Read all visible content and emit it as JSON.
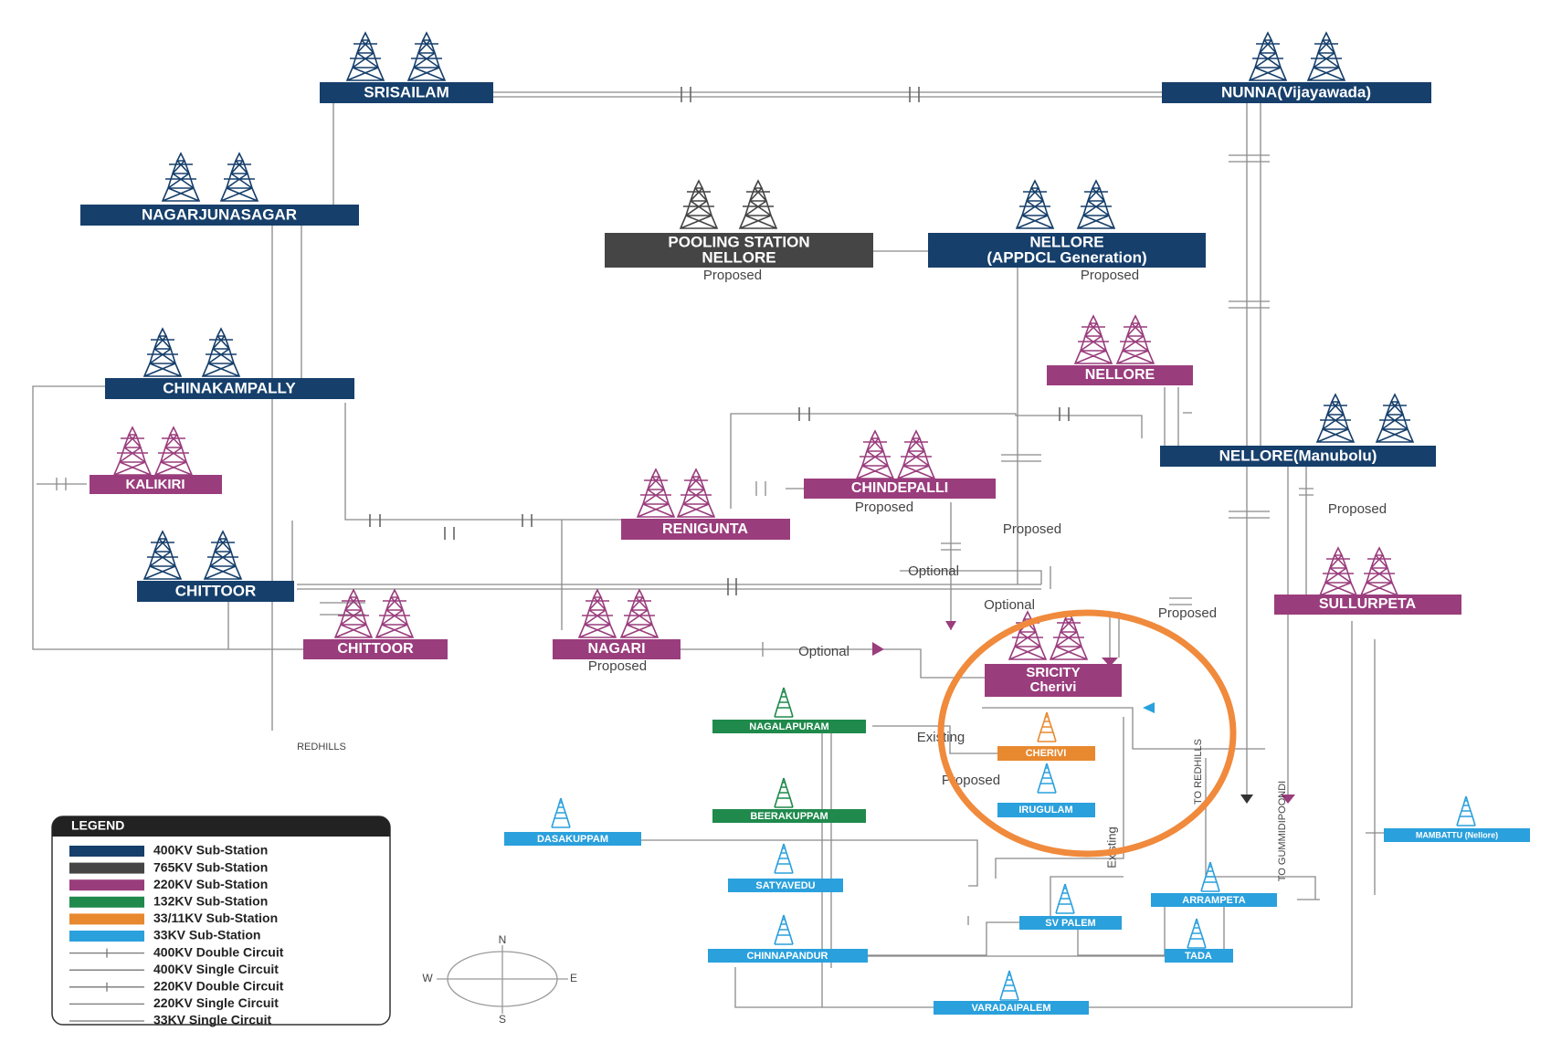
{
  "colors": {
    "kv400": "#163f6b",
    "kv765": "#454545",
    "kv220": "#9a3d7d",
    "kv132": "#1f8a4c",
    "kv33_11": "#e8892f",
    "kv33": "#2aa0dc",
    "highlight": "#f08a3c",
    "line": "#8a8a8a"
  },
  "stations": {
    "srisailam": {
      "label": "SRISAILAM",
      "kind": "kv400"
    },
    "nunna": {
      "label": "NUNNA(Vijayawada)",
      "kind": "kv400"
    },
    "nagarjunasagar": {
      "label": "NAGARJUNASAGAR",
      "kind": "kv400"
    },
    "pooling": {
      "label_line1": "POOLING STATION",
      "label_line2": "NELLORE",
      "note": "Proposed",
      "kind": "kv765"
    },
    "nellore_apgen": {
      "label_line1": "NELLORE",
      "label_line2": "(APPDCL Generation)",
      "note": "Proposed",
      "kind": "kv400"
    },
    "chinakampally": {
      "label": "CHINAKAMPALLY",
      "kind": "kv400"
    },
    "nellore220": {
      "label": "NELLORE",
      "kind": "kv220"
    },
    "kalikiri": {
      "label": "KALIKIRI",
      "kind": "kv220"
    },
    "nellore_manubolu": {
      "label": "NELLORE(Manubolu)",
      "kind": "kv400"
    },
    "chindepalli": {
      "label": "CHINDEPALLI",
      "note": "Proposed",
      "kind": "kv220"
    },
    "renigunta": {
      "label": "RENIGUNTA",
      "kind": "kv220"
    },
    "chittoor400": {
      "label": "CHITTOOR",
      "kind": "kv400"
    },
    "chittoor220": {
      "label": "CHITTOOR",
      "kind": "kv220"
    },
    "nagari": {
      "label": "NAGARI",
      "note": "Proposed",
      "kind": "kv220"
    },
    "sullurpeta": {
      "label": "SULLURPETA",
      "kind": "kv220"
    },
    "sricity": {
      "label_line1": "SRICITY",
      "label_line2": "Cherivi",
      "kind": "kv220"
    },
    "nagalapuram": {
      "label": "NAGALAPURAM",
      "kind": "kv132"
    },
    "cherivi_sub": {
      "label": "CHERIVI",
      "kind": "kv33_11"
    },
    "irugulam": {
      "label": "IRUGULAM",
      "kind": "kv33"
    },
    "dasakuppam": {
      "label": "DASAKUPPAM",
      "kind": "kv33"
    },
    "beerakuppam": {
      "label": "BEERAKUPPAM",
      "kind": "kv132"
    },
    "mambattu": {
      "label": "MAMBATTU (Nellore)",
      "kind": "kv33"
    },
    "satyavedu": {
      "label": "SATYAVEDU",
      "kind": "kv33"
    },
    "arrampeta": {
      "label": "ARRAMPETA",
      "kind": "kv33"
    },
    "svpalem": {
      "label": "SV PALEM",
      "kind": "kv33"
    },
    "chinnapandur": {
      "label": "CHINNAPANDUR",
      "kind": "kv33"
    },
    "tada": {
      "label": "TADA",
      "kind": "kv33"
    },
    "varadaipalem": {
      "label": "VARADAIPALEM",
      "kind": "kv33"
    }
  },
  "annotations": {
    "proposed_1": "Proposed",
    "proposed_2": "Proposed",
    "proposed_3": "Proposed",
    "proposed_4": "Proposed",
    "optional_1": "Optional",
    "optional_2": "Optional",
    "optional_3": "Optional",
    "existing_1": "Existing",
    "existing_2": "Existing",
    "redhills": "REDHILLS",
    "to_redhills": "TO REDHILLS",
    "to_gummidipoondi": "TO GUMMIDIPOONDI"
  },
  "legend": {
    "title": "LEGEND",
    "items": [
      {
        "label": "400KV Sub-Station",
        "type": "swatch",
        "color": "#163f6b"
      },
      {
        "label": "765KV Sub-Station",
        "type": "swatch",
        "color": "#454545"
      },
      {
        "label": "220KV Sub-Station",
        "type": "swatch",
        "color": "#9a3d7d"
      },
      {
        "label": "132KV Sub-Station",
        "type": "swatch",
        "color": "#1f8a4c"
      },
      {
        "label": "33/11KV Sub-Station",
        "type": "swatch",
        "color": "#e8892f"
      },
      {
        "label": "33KV Sub-Station",
        "type": "swatch",
        "color": "#2aa0dc"
      },
      {
        "label": "400KV Double Circuit",
        "type": "line-double"
      },
      {
        "label": "400KV Single Circuit",
        "type": "line-single"
      },
      {
        "label": "220KV Double Circuit",
        "type": "line-double"
      },
      {
        "label": "220KV Single Circuit",
        "type": "line-single"
      },
      {
        "label": "33KV Single Circuit",
        "type": "line-single"
      }
    ]
  },
  "compass": {
    "n": "N",
    "s": "S",
    "e": "E",
    "w": "W"
  }
}
